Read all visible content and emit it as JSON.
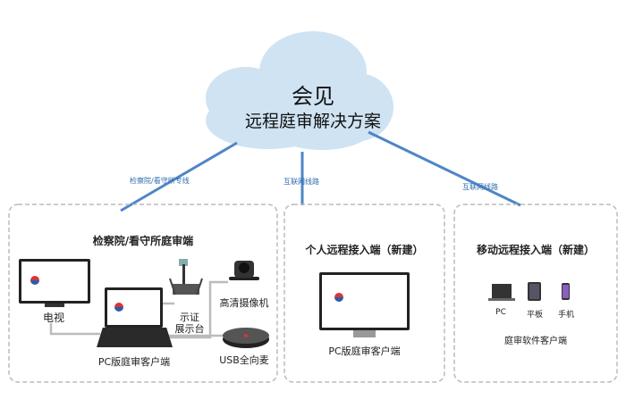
{
  "cloud": {
    "title": "会见",
    "subtitle": "远程庭审解决方案"
  },
  "links": {
    "left": "检察院/看守所专线",
    "middle": "互联网线路",
    "right": "互联网线路"
  },
  "left_box": {
    "title": "检察院/看守所庭审端",
    "tv": "电视",
    "pc": "PC版庭审客户端",
    "visualizer_line1": "示证",
    "visualizer_line2": "展示台",
    "camera": "高清摄像机",
    "mic": "USB全向麦"
  },
  "middle_box": {
    "title": "个人远程接入端（新建）",
    "pc": "PC版庭审客户端"
  },
  "right_box": {
    "title": "移动远程接入端（新建）",
    "devices": [
      "PC",
      "平板",
      "手机"
    ],
    "caption": "庭审软件客户端"
  },
  "colors": {
    "line": "#4f86c6",
    "cloud": "#cfe3f3",
    "dash": "#bbbbbb"
  }
}
